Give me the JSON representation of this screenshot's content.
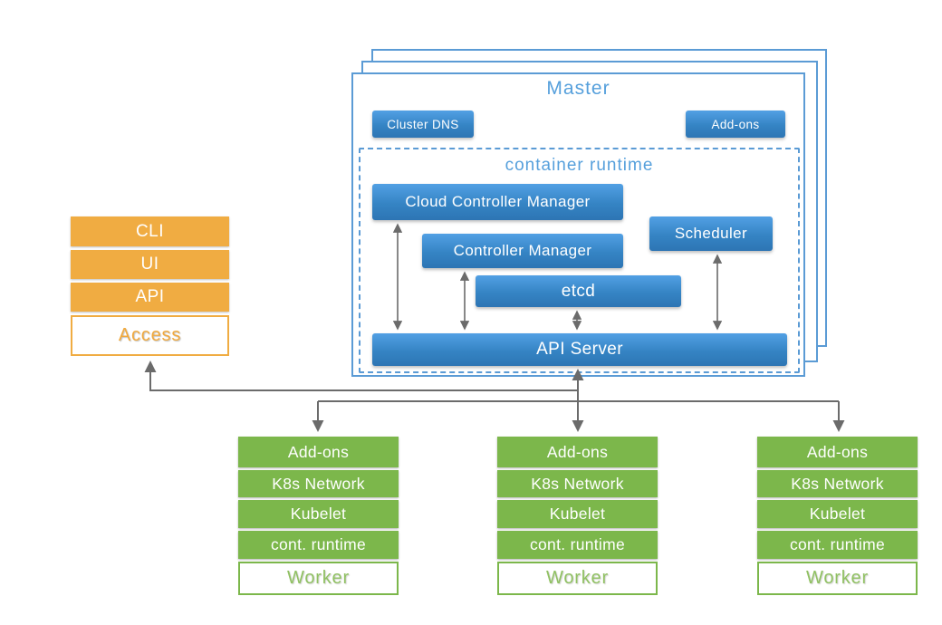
{
  "master": {
    "title": "Master",
    "cluster_dns_label": "Cluster DNS",
    "addons_label": "Add-ons",
    "container_runtime_label": "container runtime",
    "components": {
      "cloud_controller_manager": "Cloud Controller Manager",
      "controller_manager": "Controller Manager",
      "scheduler": "Scheduler",
      "etcd": "etcd",
      "api_server": "API Server"
    }
  },
  "access": {
    "rows": [
      "CLI",
      "UI",
      "API"
    ],
    "label": "Access"
  },
  "workers": [
    {
      "rows": [
        "Add-ons",
        "K8s Network",
        "Kubelet",
        "cont. runtime"
      ],
      "label": "Worker"
    },
    {
      "rows": [
        "Add-ons",
        "K8s Network",
        "Kubelet",
        "cont. runtime"
      ],
      "label": "Worker"
    },
    {
      "rows": [
        "Add-ons",
        "K8s Network",
        "Kubelet",
        "cont. runtime"
      ],
      "label": "Worker"
    }
  ],
  "colors": {
    "blue": "#3584C4",
    "blue_light": "#52A0E4",
    "blue_dark": "#2D75B4",
    "blue_border": "#5B9BD5",
    "blue_text": "#56A0DC",
    "orange": "#F0AC42",
    "green": "#7CB74B",
    "green_text": "#90C162",
    "connector_gray": "#6B6B6B"
  }
}
